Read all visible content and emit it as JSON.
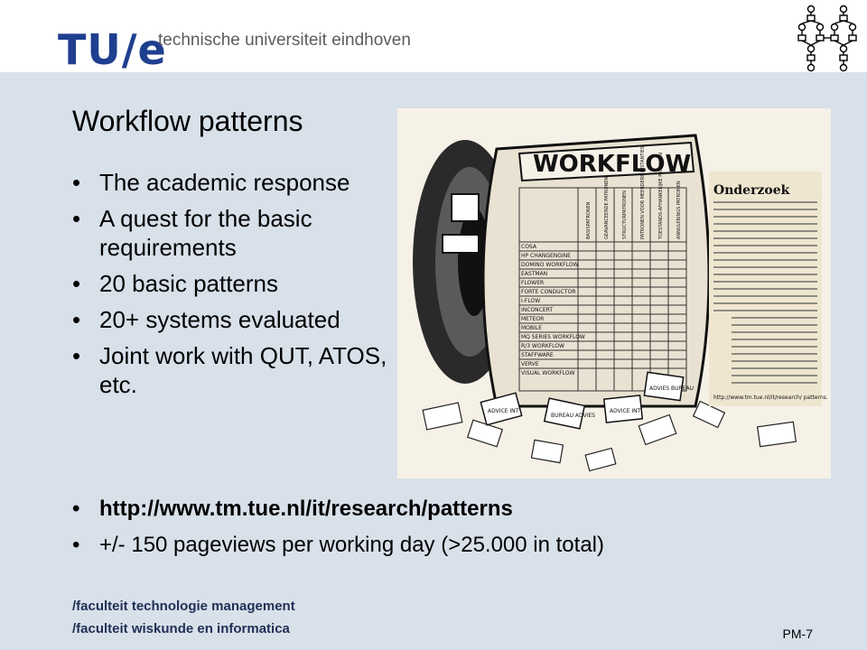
{
  "header": {
    "logo": "TU/e",
    "tagline": "technische universiteit eindhoven"
  },
  "slide": {
    "title": "Workflow patterns",
    "bullets": [
      "The academic response",
      "A quest for the basic requirements",
      "20 basic patterns",
      "20+ systems evaluated",
      "Joint work with QUT, ATOS, etc."
    ],
    "wide_bullets": [
      "http://www.tm.tue.nl/it/research/patterns",
      "+/- 150 pageviews per working day (>25.000 in total)"
    ]
  },
  "cartoon": {
    "banner": "WORKFLOW",
    "sidebar_title": "Onderzoek",
    "sidebar_url": "http://www.tm.tue.nl/it/research/ patterns.",
    "systems": [
      "COSA",
      "HP CHANGENGINE",
      "DOMINO WORKFLOW",
      "EASTMAN",
      "FLOWER",
      "FORTE CONDUCTOR",
      "I-FLOW",
      "INCONCERT",
      "METEOR",
      "MOBILE",
      "MQ SERIES WORKFLOW",
      "R/3 WORKFLOW",
      "STAFFWARE",
      "VERVE",
      "VISUAL WORKFLOW"
    ],
    "columns": [
      "BASISPATRONEN",
      "GEAVANCEERDE PATRONEN",
      "STRUCTURPATRONEN",
      "PATRONEN VOOR MEERDERE INSTANTIES",
      "TOESTANDS-AFHANKELIJKE PATRONEN",
      "ANNULERINGS PATRONEN"
    ],
    "box_labels": [
      "ADVICE INT",
      "BUREAU ADVIES",
      "ADVICE INT",
      "ADVIES BUREAU"
    ]
  },
  "footer": {
    "line1": "/faculteit technologie management",
    "line2": "/faculteit wiskunde en informatica",
    "page": "PM-7"
  }
}
